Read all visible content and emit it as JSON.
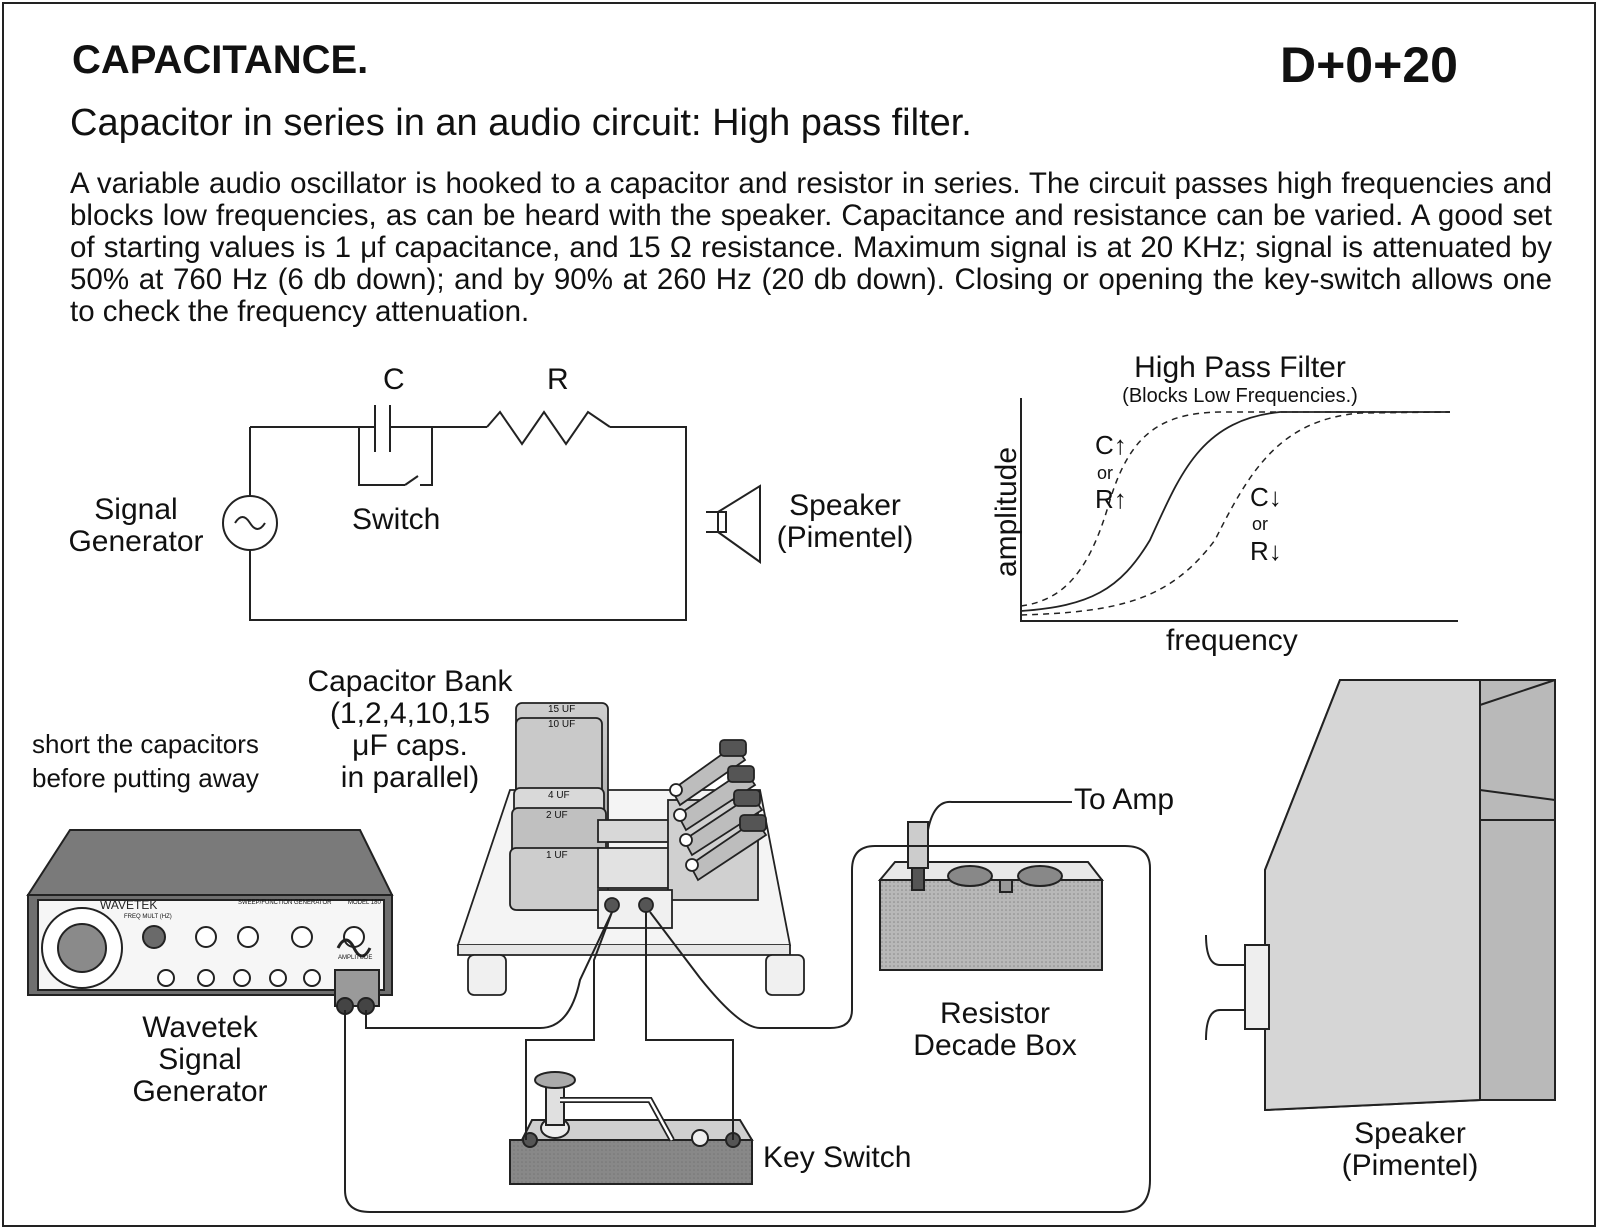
{
  "header": {
    "title": "CAPACITANCE.",
    "code": "D+0+20",
    "subtitle": "Capacitor in series in an audio circuit: High pass filter.",
    "description": "A variable audio oscillator is hooked to a capacitor and resistor in series.  The circuit passes high frequencies and blocks low frequencies, as can be heard with the speaker.  Capacitance and resistance can be varied.  A good set of starting values is 1 μf capacitance, and 15 Ω resistance. Maximum signal is at 20 KHz; signal is attenuated by 50% at 760 Hz (6 db down); and by 90% at 260 Hz (20 db down). Closing or opening the key-switch allows one to check the frequency attenuation."
  },
  "schematic": {
    "cap_label": "C",
    "res_label": "R",
    "switch_label": "Switch",
    "signal_gen_line1": "Signal",
    "signal_gen_line2": "Generator",
    "speaker_line1": "Speaker",
    "speaker_line2": "(Pimentel)"
  },
  "graph": {
    "title": "High Pass Filter",
    "subtitle": "(Blocks Low Frequencies.)",
    "ylabel": "amplitude",
    "xlabel": "frequency",
    "up_c": "C",
    "up_or": "or",
    "up_r": "R",
    "down_c": "C",
    "down_or": "or",
    "down_r": "R",
    "up_arrow": "↑",
    "down_arrow": "↓"
  },
  "apparatus": {
    "cap_bank": [
      "Capacitor Bank",
      "(1,2,4,10,15",
      "μF caps.",
      "in parallel)"
    ],
    "cap_values": [
      "15 UF",
      "10 UF",
      "4 UF",
      "2 UF",
      "1 UF"
    ],
    "warning": [
      "short the capacitors",
      "before putting away"
    ],
    "wavetek_brand": "WAVETEK",
    "wavetek_panel_title": "SWEEP/FUNCTION GENERATOR",
    "wavetek_model": "MODEL 180",
    "wavetek_freq": "FREQ MULT (HZ)",
    "wavetek_amp": "AMPLITUDE",
    "wavetek_label": [
      "Wavetek",
      "Signal",
      "Generator"
    ],
    "to_amp": "To Amp",
    "resistor_box": [
      "Resistor",
      "Decade Box"
    ],
    "key_switch": "Key Switch",
    "speaker": [
      "Speaker",
      "(Pimentel)"
    ]
  }
}
